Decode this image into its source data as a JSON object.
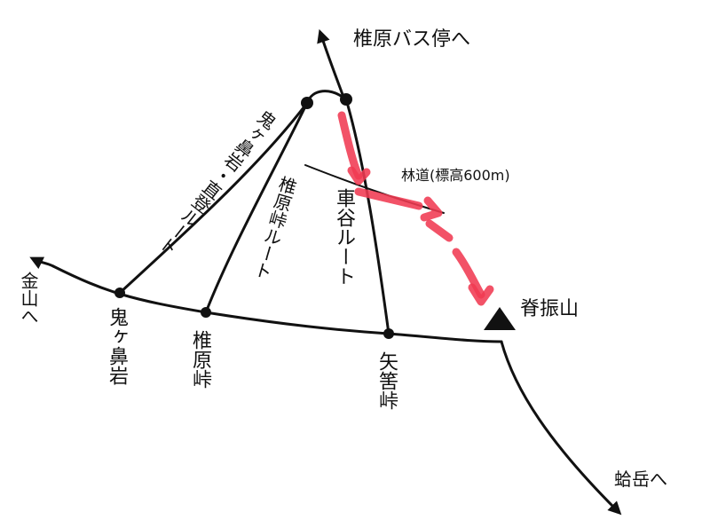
{
  "map": {
    "colors": {
      "trail": "#111111",
      "recommended_route": "#f03a52",
      "background": "#ffffff"
    },
    "directions": {
      "shiibaru_bus_stop": "椎原バス停へ",
      "kanayama": "金山へ",
      "hagetake": "蛤岳へ"
    },
    "routes": {
      "onigahanaiwa_direct": "鬼ヶ鼻岩・直登ルート",
      "shiibaru_pass": "椎原峠ルート",
      "kurumadani": "車谷ルート"
    },
    "places": {
      "onigahanaiwa": "鬼ヶ鼻岩",
      "shiibaru_toge": "椎原峠",
      "yakata_toge": "矢筈峠",
      "sefurisan": "脊振山"
    },
    "forest_road": "林道(標高600m)",
    "summit_icon": "mountain-summit-icon"
  }
}
